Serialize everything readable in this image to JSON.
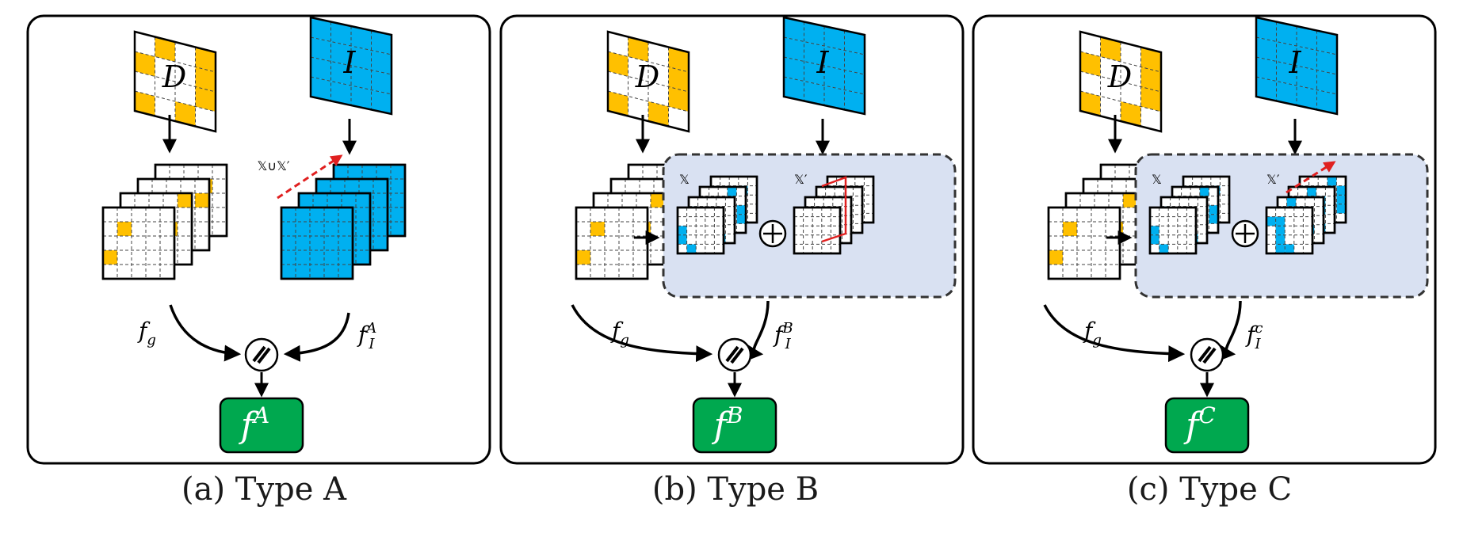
{
  "colors": {
    "gold": "#FFC000",
    "blue": "#00B0F0",
    "green": "#00A84F",
    "panel_shade": "#D9E1F2",
    "red": "#E02020"
  },
  "panels": [
    {
      "id": "a",
      "caption": "(a) Type A",
      "input_d": "D",
      "input_i": "I",
      "fg_base": "f",
      "fg_sub": "g",
      "fi_base": "f",
      "fi_sub": "I",
      "fi_sup": "A",
      "set_label": "𝕏∪𝕏′",
      "out_base": "f",
      "out_sup": "A"
    },
    {
      "id": "b",
      "caption": "(b) Type B",
      "input_d": "D",
      "input_i": "I",
      "fg_base": "f",
      "fg_sub": "g",
      "fi_base": "f",
      "fi_sub": "I",
      "fi_sup": "B",
      "set_x": "𝕏",
      "set_xp": "𝕏′",
      "out_base": "f",
      "out_sup": "B"
    },
    {
      "id": "c",
      "caption": "(c) Type C",
      "input_d": "D",
      "input_i": "I",
      "fg_base": "f",
      "fg_sub": "g",
      "fi_base": "f",
      "fi_sub": "I",
      "fi_sup": "c",
      "set_x": "𝕏",
      "set_xp": "𝕏′",
      "out_base": "f",
      "out_sup": "C"
    }
  ]
}
